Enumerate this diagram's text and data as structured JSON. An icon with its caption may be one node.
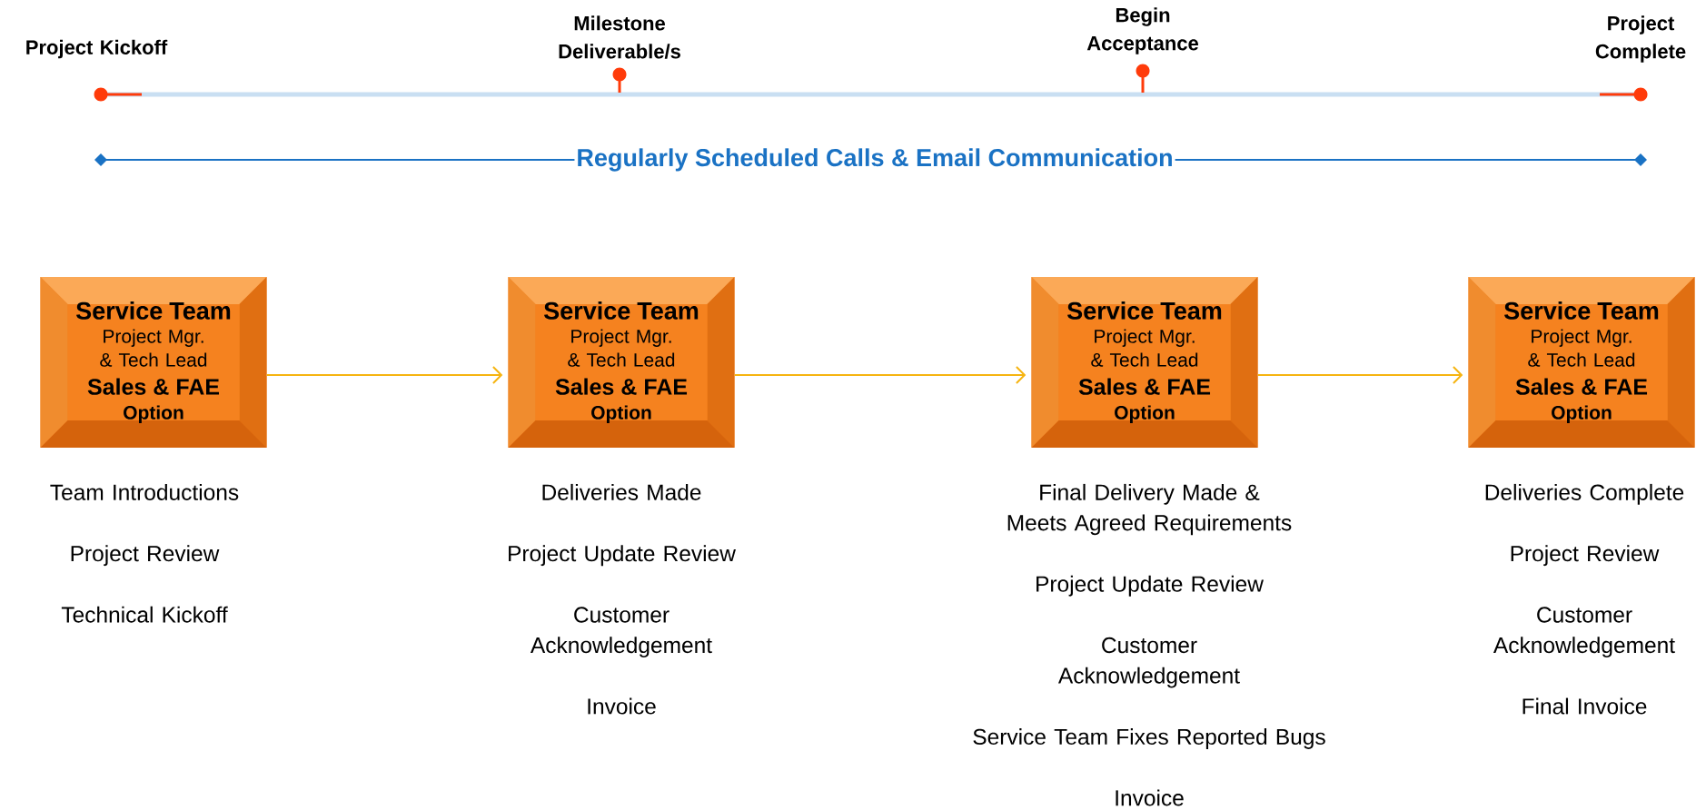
{
  "diagram": {
    "nodes": [
      {
        "text": [
          "Service Team",
          "Project Mgr. & Tech Lead",
          "Sales & FAE",
          "Option"
        ],
        "beside": [
          "Team Introductions",
          "Project Review",
          "Technical Kickoff"
        ]
      },
      {
        "text": [
          "Service Team",
          "Project Mgr. & Tech Lead",
          "Sales & FAE",
          "Option"
        ],
        "beside": [
          "Deliveries Made",
          "Project Update Review",
          "Customer Acknowledgement",
          "Invoice"
        ]
      },
      {
        "text": [
          "Service Team",
          "Project Mgr. & Tech Lead",
          "Sales & FAE",
          "Option"
        ],
        "beside": [
          "Final Delivery Made & Meets Agreed Requirements",
          "Project Update Review",
          "Customer Acknowledgement",
          "Service Team Fixes Reported Bugs",
          "Invoice"
        ]
      },
      {
        "text": [
          "Service Team",
          "Project Mgr. & Tech Lead",
          "Sales & FAE",
          "Option"
        ],
        "beside": [
          "Deliveries Complete",
          "Project Review",
          "Customer Acknowledgement",
          "Final Invoice"
        ]
      }
    ],
    "edges": [
      {
        "from": 0,
        "to": 1,
        "arrow": "to"
      },
      {
        "from": 1,
        "to": 2,
        "arrow": "to"
      },
      {
        "from": 2,
        "to": 3,
        "arrow": "to"
      }
    ],
    "labels": [
      "Project Kickoff",
      "Milestone Deliverable/s",
      "Begin Acceptance",
      "Project Complete",
      "Regularly Scheduled Calls & Email Communication"
    ]
  }
}
